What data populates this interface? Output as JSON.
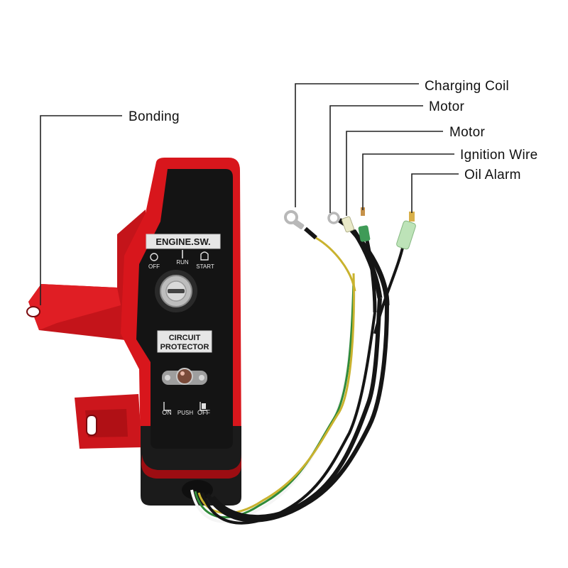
{
  "callouts": {
    "bonding": "Bonding",
    "charging_coil": "Charging Coil",
    "motor_1": "Motor",
    "motor_2": "Motor",
    "ignition_wire": "Ignition Wire",
    "oil_alarm": "Oil Alarm"
  },
  "panel": {
    "engine_sw_label": "ENGINE.SW.",
    "off_label": "OFF",
    "run_label": "RUN",
    "start_label": "START",
    "circuit_label_1": "CIRCUIT",
    "circuit_label_2": "PROTECTOR",
    "on_label": "ON",
    "push_label": "PUSH",
    "off2_label": "OFF"
  },
  "colors": {
    "housing_red": "#d8161c",
    "housing_dark_red": "#9c0d12",
    "panel_black": "#141414",
    "wire_black": "#151515",
    "wire_yellow": "#c9b22e",
    "wire_green": "#2f8a3a"
  }
}
